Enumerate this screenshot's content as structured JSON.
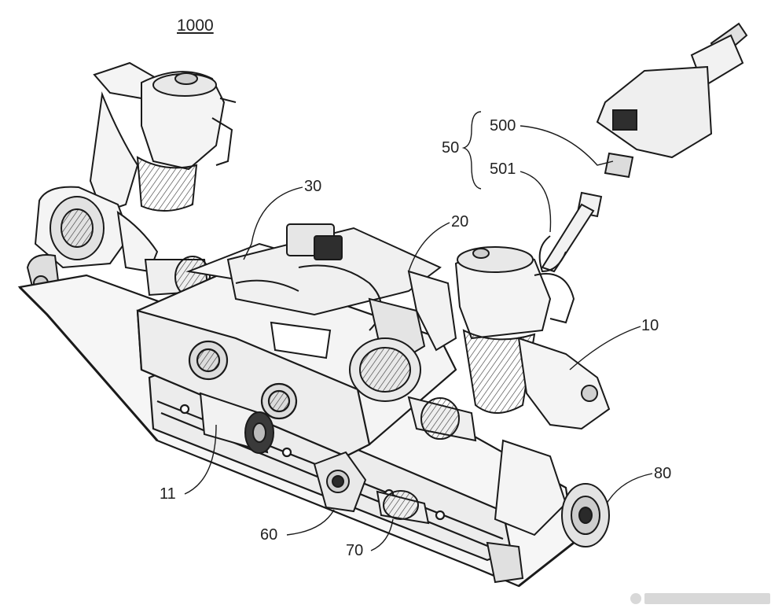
{
  "figure": {
    "title_number": "1000",
    "labels": {
      "l10": "10",
      "l11": "11",
      "l20": "20",
      "l30": "30",
      "l50": "50",
      "l500": "500",
      "l501": "501",
      "l60": "60",
      "l70": "70",
      "l80": "80"
    }
  },
  "colors": {
    "line": "#1a1a1a",
    "fill_light": "#f4f4f4",
    "fill_mid": "#d6d6d6",
    "fill_dark": "#2a2a2a"
  }
}
